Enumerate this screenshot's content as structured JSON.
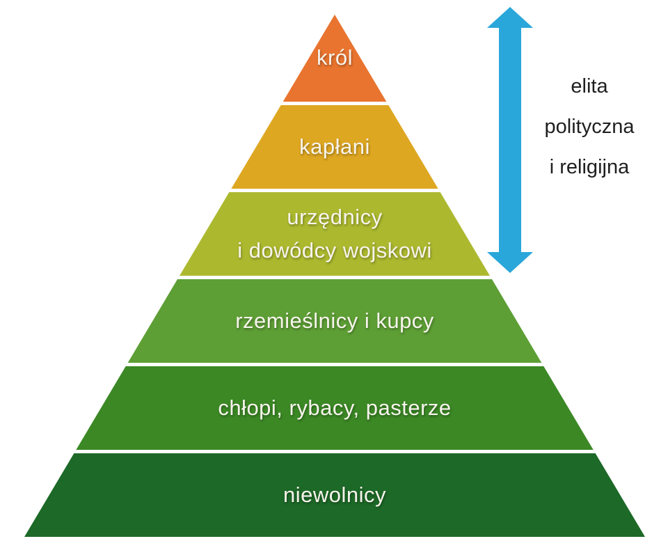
{
  "background_color": "#ffffff",
  "pyramid": {
    "levels": [
      {
        "label": "król",
        "color": "#E9742F"
      },
      {
        "label": "kapłani",
        "color": "#DEA722"
      },
      {
        "lines": [
          "urzędnicy",
          "i dowódcy wojskowi"
        ],
        "color": "#ACB92F"
      },
      {
        "label": "rzemieślnicy i kupcy",
        "color": "#5D9F35"
      },
      {
        "label": "chłopi, rybacy, pasterze",
        "color": "#3B8825"
      },
      {
        "label": "niewolnicy",
        "color": "#1D6928"
      }
    ],
    "label_color": "#f7f4ec",
    "divider_color": "#ffffff"
  },
  "annotation": {
    "lines": [
      "elita",
      "polityczna",
      "i religijna"
    ],
    "text_color": "#1f1f1f",
    "arrow_color": "#2AA7DA"
  }
}
